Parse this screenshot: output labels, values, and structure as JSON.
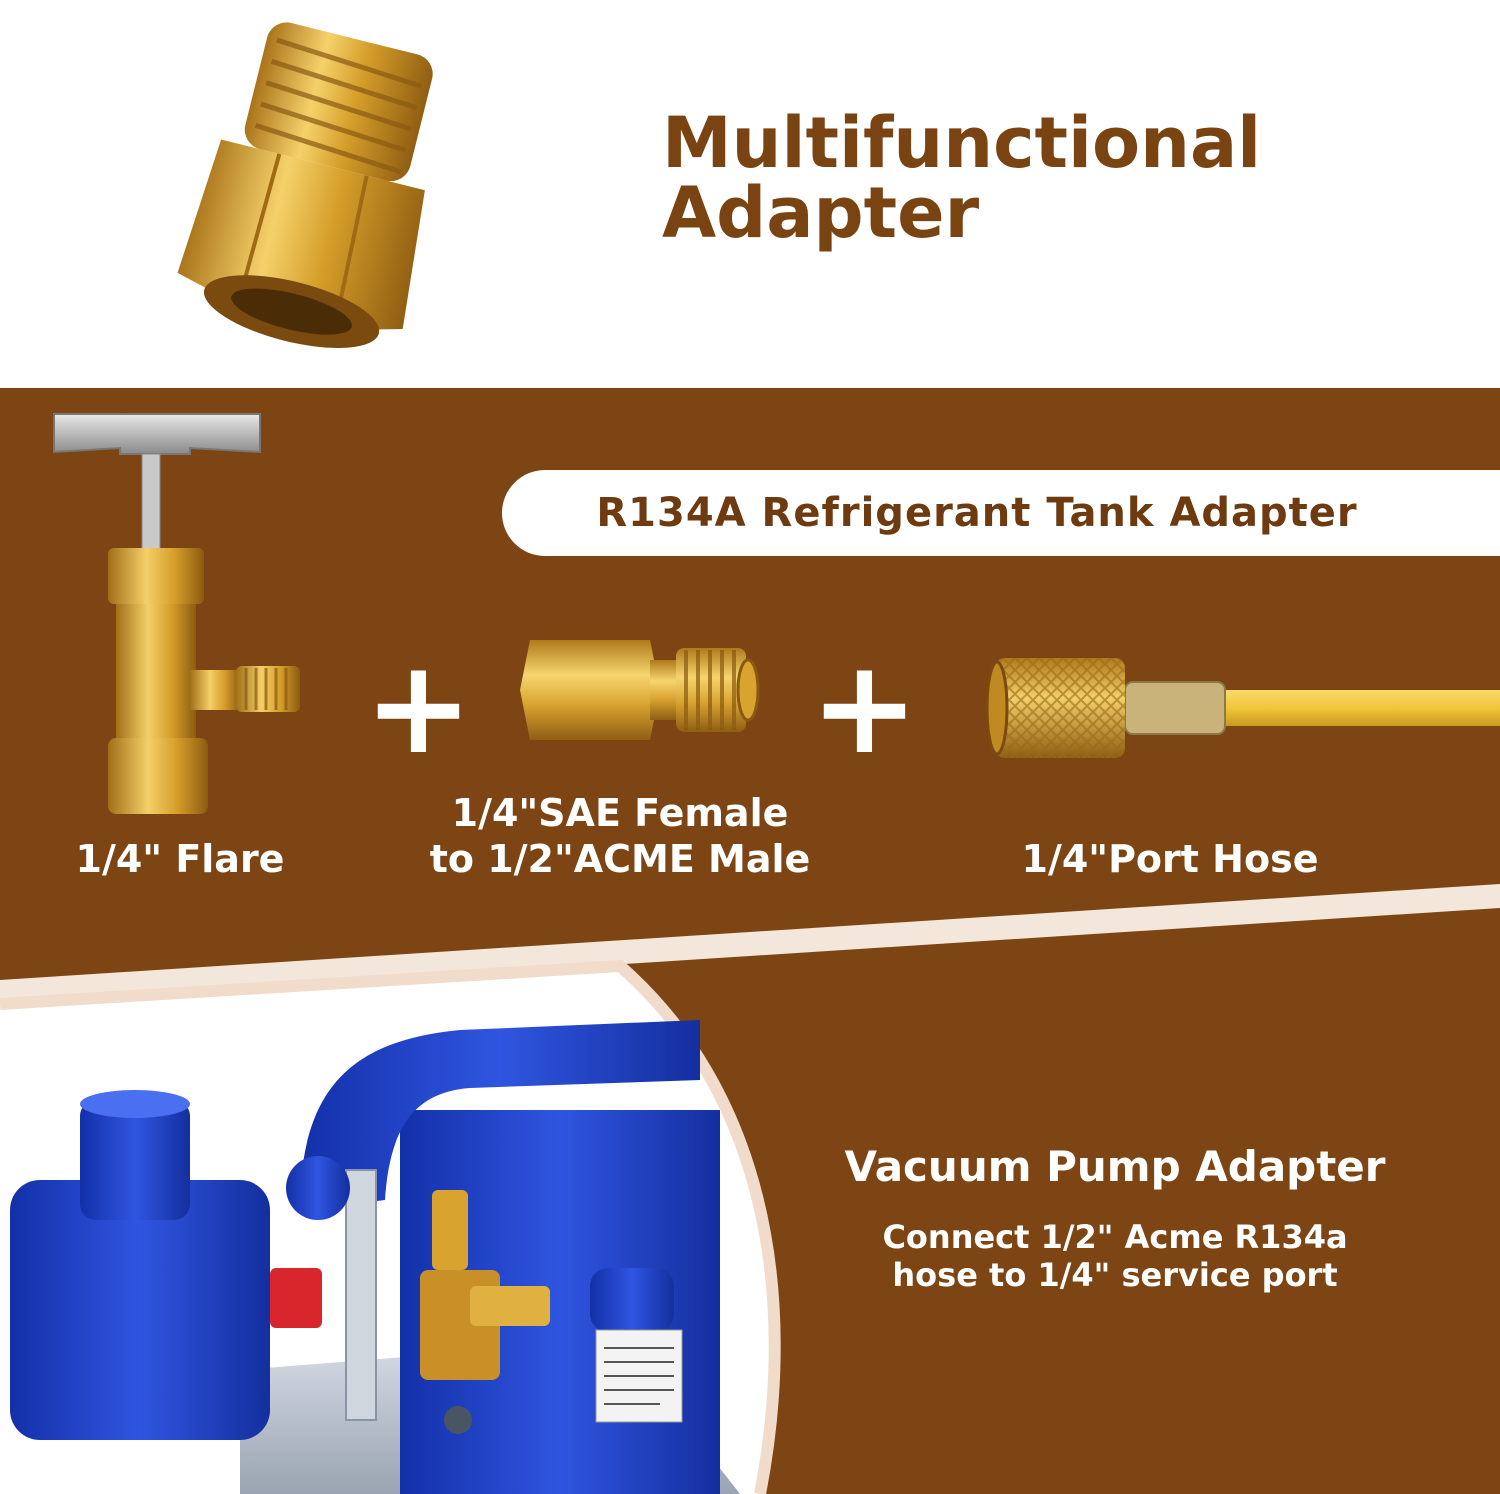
{
  "header": {
    "title_line1": "Multifunctional",
    "title_line2": "Adapter"
  },
  "tank_adapter": {
    "banner": "R134A Refrigerant Tank Adapter",
    "items": [
      {
        "label_line1": "",
        "label_line2": "1/4\" Flare"
      },
      {
        "label_line1": "1/4\"SAE Female",
        "label_line2": "to 1/2\"ACME Male"
      },
      {
        "label_line1": "",
        "label_line2": "1/4\"Port Hose"
      }
    ],
    "plus": "+"
  },
  "vacuum_pump": {
    "title": "Vacuum Pump Adapter",
    "description_line1": "Connect 1/2\" Acme R134a",
    "description_line2": "hose to 1/4\" service port"
  },
  "colors": {
    "brown": "#7d4513",
    "brass": "#d9a52a",
    "pump_blue": "#1f3fbf",
    "white": "#ffffff"
  },
  "icons": [
    "brass-adapter-icon",
    "tap-valve-icon",
    "sae-acme-adapter-icon",
    "port-hose-icon",
    "vacuum-pump-image"
  ]
}
